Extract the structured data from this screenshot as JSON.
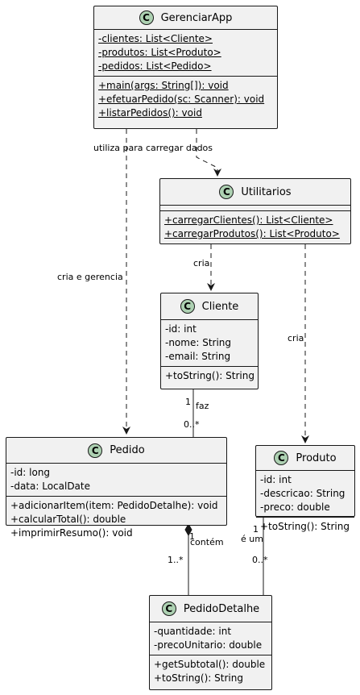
{
  "classes": {
    "gerenciarapp": {
      "name": "GerenciarApp",
      "badge": "C",
      "attributes": [
        "-clientes: List<Cliente>",
        "-produtos: List<Produto>",
        "-pedidos: List<Pedido>"
      ],
      "methods": [
        "+main(args: String[]): void",
        "+efetuarPedido(sc: Scanner): void",
        "+listarPedidos(): void"
      ]
    },
    "utilitarios": {
      "name": "Utilitarios",
      "badge": "C",
      "methods": [
        "+carregarClientes(): List<Cliente>",
        "+carregarProdutos(): List<Produto>"
      ]
    },
    "cliente": {
      "name": "Cliente",
      "badge": "C",
      "attributes": [
        "-id: int",
        "-nome: String",
        "-email: String"
      ],
      "methods": [
        "+toString(): String"
      ]
    },
    "pedido": {
      "name": "Pedido",
      "badge": "C",
      "attributes": [
        "-id: long",
        "-data: LocalDate"
      ],
      "methods": [
        "+adicionarItem(item: PedidoDetalhe): void",
        "+calcularTotal(): double",
        "+imprimirResumo(): void"
      ]
    },
    "produto": {
      "name": "Produto",
      "badge": "C",
      "attributes": [
        "-id: int",
        "-descricao: String",
        "-preco: double"
      ],
      "methods": [
        "+toString(): String"
      ]
    },
    "pedidodetalhe": {
      "name": "PedidoDetalhe",
      "badge": "C",
      "attributes": [
        "-quantidade: int",
        "-precoUnitario: double"
      ],
      "methods": [
        "+getSubtotal(): double",
        "+toString(): String"
      ]
    }
  },
  "relations": {
    "app_utilitarios": "utiliza para carregar dados",
    "app_pedido": "cria e gerencia",
    "utilitarios_cliente": "cria",
    "utilitarios_produto": "cria",
    "cliente_pedido": {
      "label": "faz",
      "source_mult": "1",
      "target_mult": "0..*"
    },
    "pedido_detalhe": {
      "label": "contém",
      "source_mult": "1",
      "target_mult": "1..*"
    },
    "produto_detalhe": {
      "label": "é um",
      "source_mult": "1",
      "target_mult": "0..*"
    }
  },
  "colors": {
    "box_fill": "#f1f1f1",
    "border": "#181818",
    "badge": "#add1b2"
  }
}
